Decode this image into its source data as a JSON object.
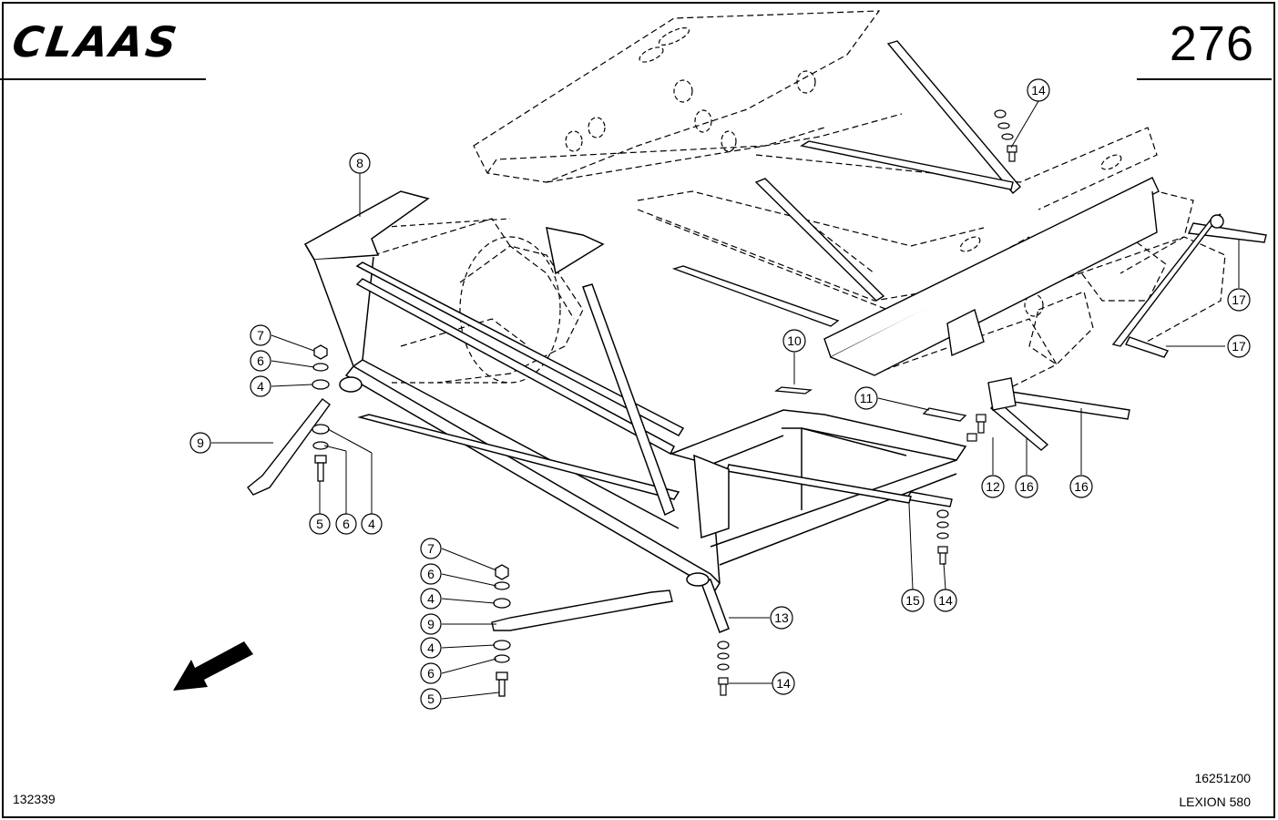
{
  "header": {
    "brand": "CLAAS",
    "page_number": "276"
  },
  "footer": {
    "doc_id": "132339",
    "drawing_id": "16251z00",
    "model": "LEXION 580"
  },
  "callouts": [
    "8",
    "7",
    "6",
    "4",
    "9",
    "5",
    "6",
    "4",
    "10",
    "11",
    "12",
    "16",
    "16",
    "17",
    "17",
    "14",
    "15",
    "14",
    "13",
    "14",
    "7",
    "6",
    "4",
    "9",
    "4",
    "6",
    "5"
  ],
  "colors": {
    "ink": "#000000",
    "paper": "#ffffff"
  }
}
